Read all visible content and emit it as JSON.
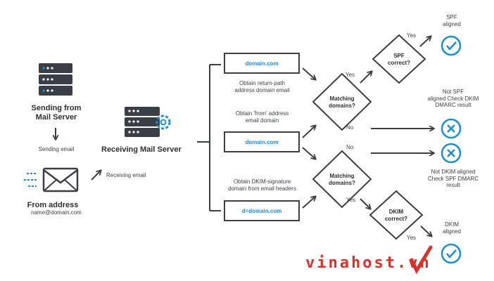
{
  "sender": {
    "title_line1": "Sending from",
    "title_line2": "Mail Server",
    "action": "Sending email"
  },
  "from": {
    "title": "From address",
    "email": "name@domain.com"
  },
  "receiver": {
    "title": "Receiving Mail Server",
    "action": "Receiving email"
  },
  "boxes": {
    "return_path": "domain.com",
    "from_domain": "domain.com",
    "dkim_domain": "d=domain.com"
  },
  "labels": {
    "return_path_1": "Obtain return-path",
    "return_path_2": "address domain email",
    "from_1": "Obtain 'from' address",
    "from_2": "email domain",
    "dkim_1": "Obtain DKIM-signature",
    "dkim_2": "domain from email headers"
  },
  "decisions": {
    "matching_1a": "Matching",
    "matching_1b": "domains?",
    "matching_2a": "Matching",
    "matching_2b": "domains?",
    "spf_a": "SPF",
    "spf_b": "correct?",
    "dkim_a": "DKIM",
    "dkim_b": "correct?"
  },
  "edges": {
    "yes_1": "Yes",
    "yes_spf": "Yes",
    "no_1": "No",
    "no_2": "No",
    "yes_2": "Yes",
    "yes_dkim": "Yes"
  },
  "results": {
    "spf_aligned_1": "SPF",
    "spf_aligned_2": "aligned",
    "not_spf_1": "Not SPF",
    "not_spf_2": "aligned Check DKIM",
    "not_spf_3": "DMARC result",
    "not_dkim_1": "Not DKIM aligned",
    "not_dkim_2": "Check SPF DMARC",
    "not_dkim_3": "result",
    "dkim_aligned_1": "DKIM",
    "dkim_aligned_2": "aligned"
  },
  "watermark": {
    "brand": "vinahost.vn"
  },
  "colors": {
    "ink": "#3a3f47",
    "accent": "#1a8fd8",
    "brand": "#d7332b"
  }
}
